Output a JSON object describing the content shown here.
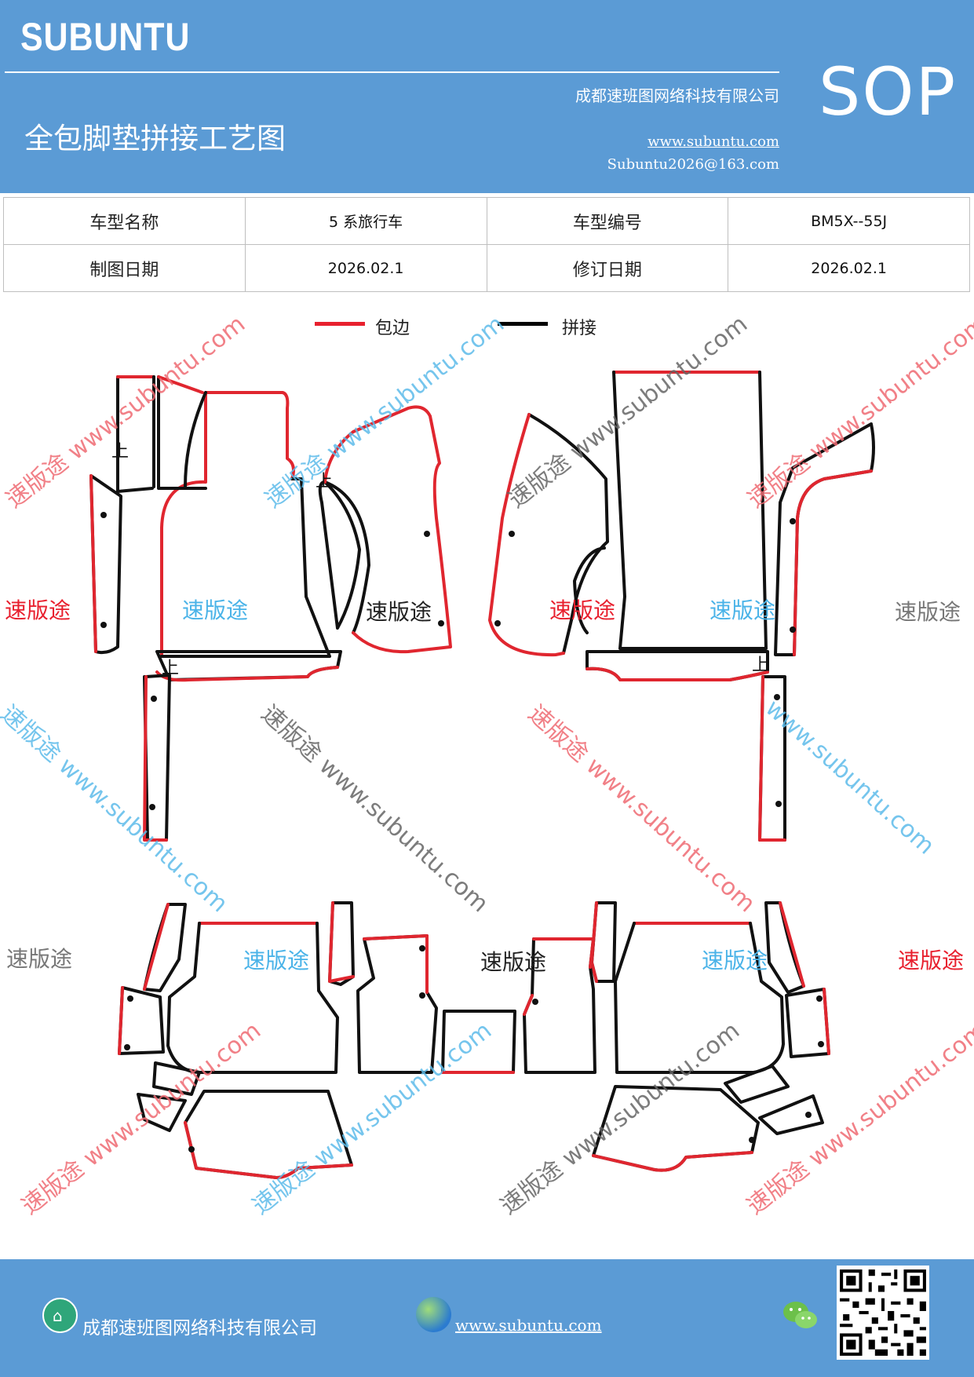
{
  "header": {
    "brand": "SUBUNTU",
    "doc_type": "SOP",
    "company": "成都速班图网络科技有限公司",
    "title": "全包脚垫拼接工艺图",
    "website": "www.subuntu.com",
    "email": "Subuntu2026@163.com",
    "colors": {
      "header_bg": "#5b9bd5",
      "text": "#ffffff"
    }
  },
  "info_table": {
    "rows": [
      {
        "label1": "车型名称",
        "value1": "5 系旅行车",
        "label2": "车型编号",
        "value2": "BM5X--55J"
      },
      {
        "label1": "制图日期",
        "value1": "2026.02.1",
        "label2": "修订日期",
        "value2": "2026.02.1"
      }
    ]
  },
  "legend": {
    "items": [
      {
        "label": "包边",
        "color": "#e8202e"
      },
      {
        "label": "拼接",
        "color": "#000000"
      }
    ]
  },
  "diagram": {
    "piece_marker": "上",
    "colors": {
      "edge": "#e0262f",
      "seam": "#111111"
    }
  },
  "watermarks": {
    "brand_cn": "速版途",
    "diagonal": "速版途 www.subuntu.com",
    "diagonal_short": "www.subuntu.com"
  },
  "footer": {
    "company": "成都速班图网络科技有限公司",
    "website": "www.subuntu.com",
    "icons": [
      "home-icon",
      "globe-icon",
      "wechat-icon",
      "qr-code"
    ]
  }
}
